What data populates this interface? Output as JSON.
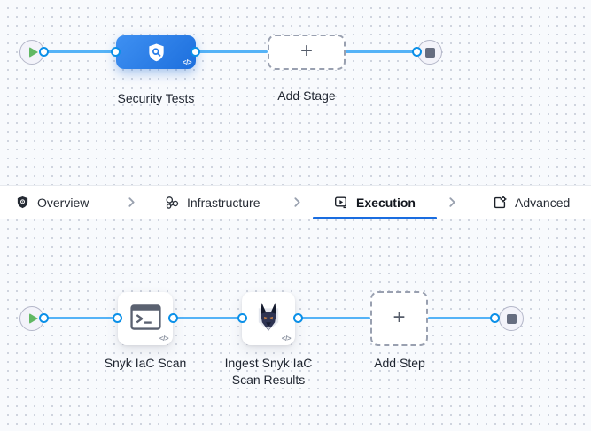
{
  "colors": {
    "accent_blue": "#1a6de0",
    "connector_blue": "#55b3f7",
    "connector_point_blue": "#0b90e8",
    "stage_blue_start": "#3e90f2",
    "stage_blue_end": "#1d6fdd",
    "play_green": "#61b863",
    "stop_gray": "#666d80",
    "canvas_bg": "#f8fafd"
  },
  "badges": {
    "code_label": "</>"
  },
  "glyphs": {
    "plus": "+"
  },
  "stage_pipeline": {
    "start_node": {
      "icon": "play-icon"
    },
    "stage": {
      "label": "Security Tests",
      "icon": "shield-search-icon",
      "code_badge": "</>"
    },
    "add_stage": {
      "label": "Add Stage",
      "icon": "plus-icon"
    },
    "end_node": {
      "icon": "stop-icon"
    }
  },
  "tabs": {
    "separator_icon": "chevron-right-icon",
    "items": [
      {
        "label": "Overview",
        "icon": "shield-gear-icon",
        "active": false
      },
      {
        "label": "Infrastructure",
        "icon": "cluster-icon",
        "active": false
      },
      {
        "label": "Execution",
        "icon": "play-box-icon",
        "active": true
      },
      {
        "label": "Advanced",
        "icon": "box-gear-icon",
        "active": false
      }
    ]
  },
  "step_pipeline": {
    "start_node": {
      "icon": "play-icon"
    },
    "steps": [
      {
        "label": "Snyk IaC Scan",
        "icon": "terminal-icon",
        "code_badge": "</>"
      },
      {
        "label": "Ingest Snyk IaC Scan Results",
        "icon": "snyk-doberman-icon",
        "code_badge": "</>"
      },
      {
        "label": "Add Step",
        "icon": "plus-icon"
      }
    ],
    "end_node": {
      "icon": "stop-icon"
    }
  }
}
